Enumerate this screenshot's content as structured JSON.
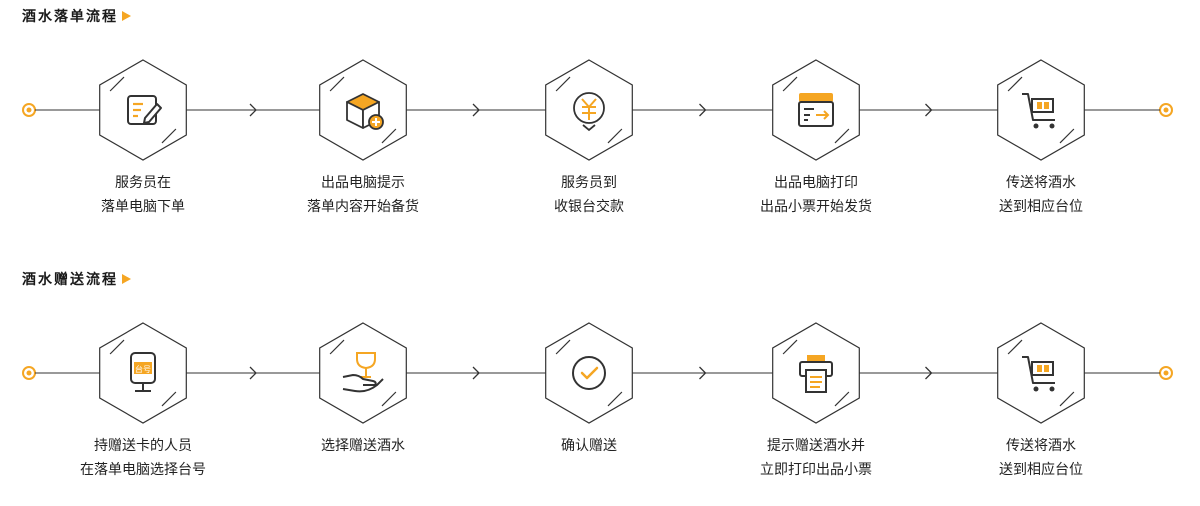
{
  "colors": {
    "accent": "#f5a623",
    "line": "#333333",
    "text": "#222222"
  },
  "sections": [
    {
      "title": "酒水落单流程",
      "steps": [
        {
          "icon": "edit-document-icon",
          "line1": "服务员在",
          "line2": "落单电脑下单"
        },
        {
          "icon": "package-add-icon",
          "line1": "出品电脑提示",
          "line2": "落单内容开始备货"
        },
        {
          "icon": "yuan-payment-icon",
          "line1": "服务员到",
          "line2": "收银台交款"
        },
        {
          "icon": "print-dispatch-icon",
          "line1": "出品电脑打印",
          "line2": "出品小票开始发货"
        },
        {
          "icon": "shopping-cart-icon",
          "line1": "传送将酒水",
          "line2": "送到相应台位"
        }
      ]
    },
    {
      "title": "酒水赠送流程",
      "steps": [
        {
          "icon": "table-card-icon",
          "icon_text": "台号",
          "line1": "持赠送卡的人员",
          "line2": "在落单电脑选择台号"
        },
        {
          "icon": "hand-gift-icon",
          "line1": "选择赠送酒水",
          "line2": ""
        },
        {
          "icon": "confirm-check-icon",
          "line1": "确认赠送",
          "line2": ""
        },
        {
          "icon": "printer-icon",
          "line1": "提示赠送酒水并",
          "line2": "立即打印出品小票"
        },
        {
          "icon": "shopping-cart-icon",
          "line1": "传送将酒水",
          "line2": "送到相应台位"
        }
      ]
    }
  ]
}
